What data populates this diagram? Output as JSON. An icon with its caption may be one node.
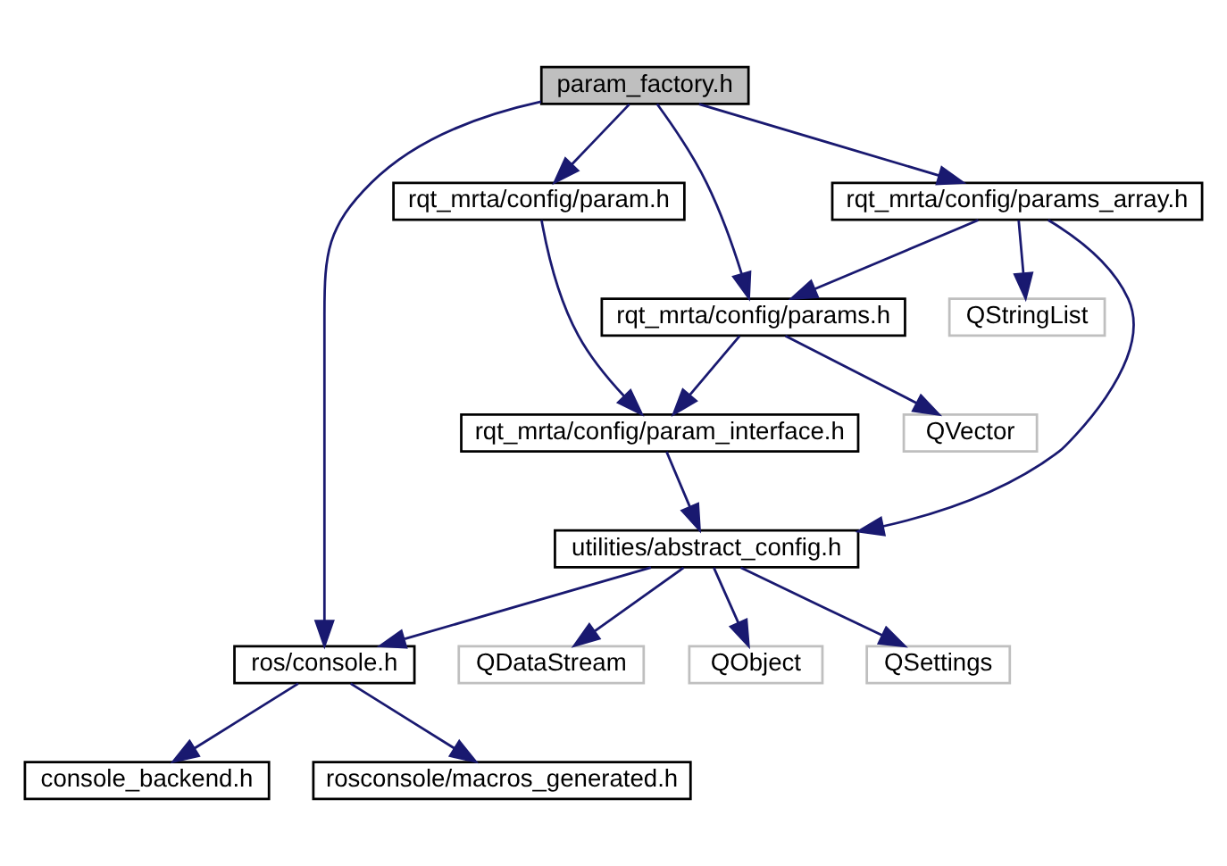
{
  "diagram": {
    "nodes": [
      {
        "text": [
          "param_factory.h"
        ]
      },
      {
        "text": [
          "rqt_mrta/config/param.h"
        ]
      },
      {
        "text": [
          "rqt_mrta/config/params_array.h"
        ]
      },
      {
        "text": [
          "rqt_mrta/config/params.h"
        ]
      },
      {
        "text": [
          "QStringList"
        ]
      },
      {
        "text": [
          "rqt_mrta/config/param_interface.h"
        ]
      },
      {
        "text": [
          "QVector"
        ]
      },
      {
        "text": [
          "utilities/abstract_config.h"
        ]
      },
      {
        "text": [
          "ros/console.h"
        ]
      },
      {
        "text": [
          "QDataStream"
        ]
      },
      {
        "text": [
          "QObject"
        ]
      },
      {
        "text": [
          "QSettings"
        ]
      },
      {
        "text": [
          "console_backend.h"
        ]
      },
      {
        "text": [
          "rosconsole/macros_generated.h"
        ]
      }
    ],
    "edges": [
      {
        "from": 0,
        "to": 8,
        "arrow": "to"
      },
      {
        "from": 0,
        "to": 1,
        "arrow": "to"
      },
      {
        "from": 0,
        "to": 3,
        "arrow": "to"
      },
      {
        "from": 0,
        "to": 2,
        "arrow": "to"
      },
      {
        "from": 1,
        "to": 5,
        "arrow": "to"
      },
      {
        "from": 2,
        "to": 3,
        "arrow": "to"
      },
      {
        "from": 2,
        "to": 4,
        "arrow": "to"
      },
      {
        "from": 2,
        "to": 7,
        "arrow": "to"
      },
      {
        "from": 3,
        "to": 5,
        "arrow": "to"
      },
      {
        "from": 3,
        "to": 6,
        "arrow": "to"
      },
      {
        "from": 5,
        "to": 7,
        "arrow": "to"
      },
      {
        "from": 7,
        "to": 8,
        "arrow": "to"
      },
      {
        "from": 7,
        "to": 9,
        "arrow": "to"
      },
      {
        "from": 7,
        "to": 10,
        "arrow": "to"
      },
      {
        "from": 7,
        "to": 11,
        "arrow": "to"
      },
      {
        "from": 8,
        "to": 12,
        "arrow": "to"
      },
      {
        "from": 8,
        "to": 13,
        "arrow": "to"
      }
    ]
  }
}
